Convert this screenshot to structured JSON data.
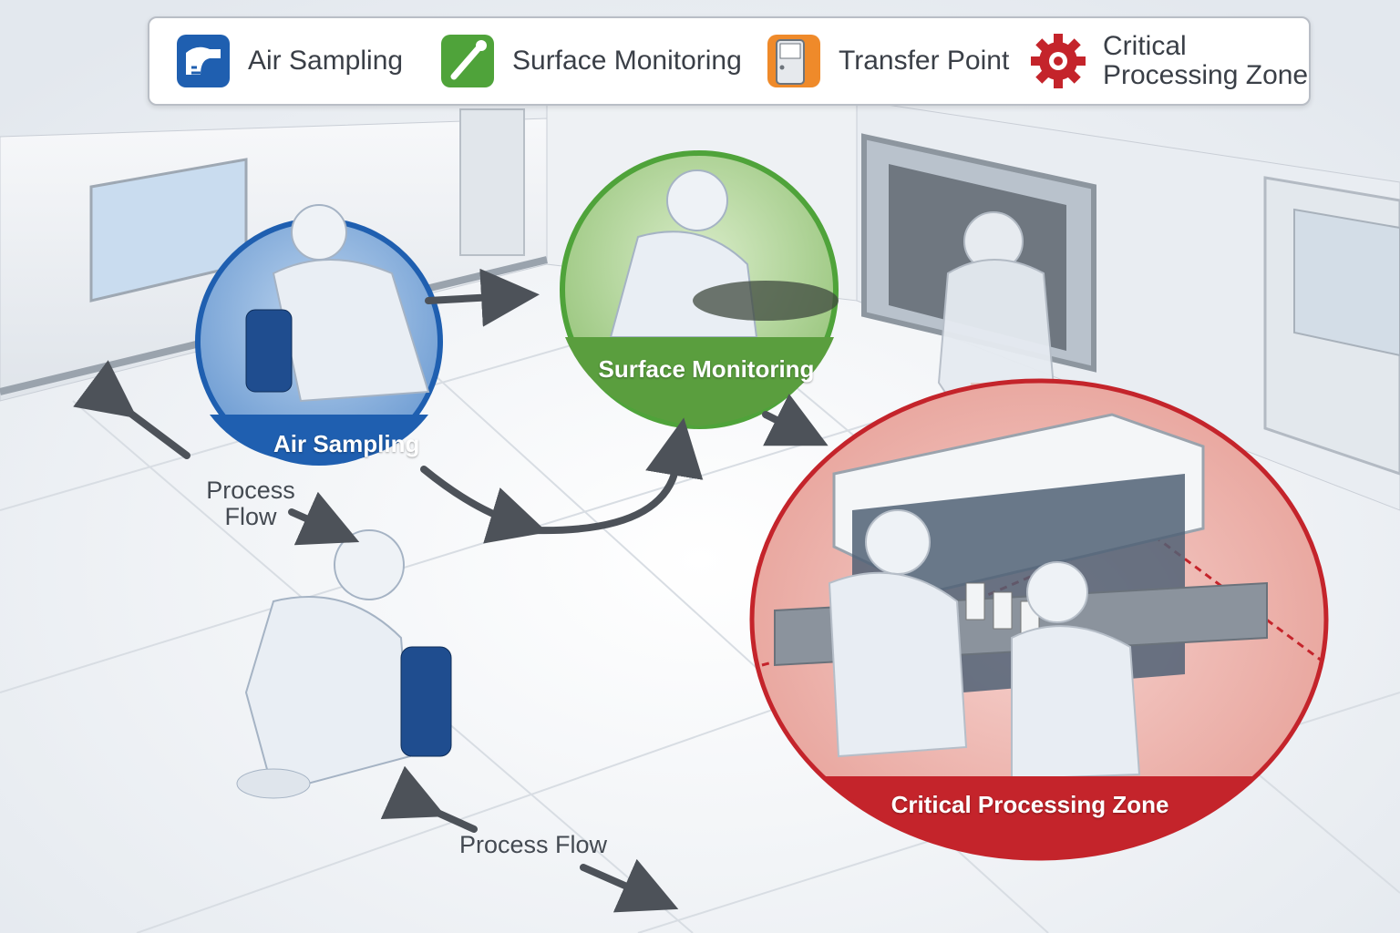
{
  "legend": {
    "items": [
      {
        "label": "Air Sampling",
        "icon": "air-sampling-icon",
        "color": "#1f5fb0"
      },
      {
        "label": "Surface Monitoring",
        "icon": "swab-icon",
        "color": "#4fa33a"
      },
      {
        "label": "Transfer Point",
        "icon": "door-icon",
        "color": "#ef8a2a"
      },
      {
        "label": "Critical\nProcessing Zone",
        "icon": "gear-icon",
        "color": "#c4242b"
      }
    ]
  },
  "zones": {
    "air_sampling": {
      "label": "Air Sampling",
      "color": "#1f5fb0"
    },
    "surface_monitoring": {
      "label": "Surface Monitoring",
      "color": "#5a9e3e"
    },
    "critical_processing": {
      "label": "Critical Processing Zone",
      "color": "#c4242b"
    }
  },
  "flow_labels": {
    "upper": "Process\nFlow",
    "lower": "Process Flow"
  }
}
